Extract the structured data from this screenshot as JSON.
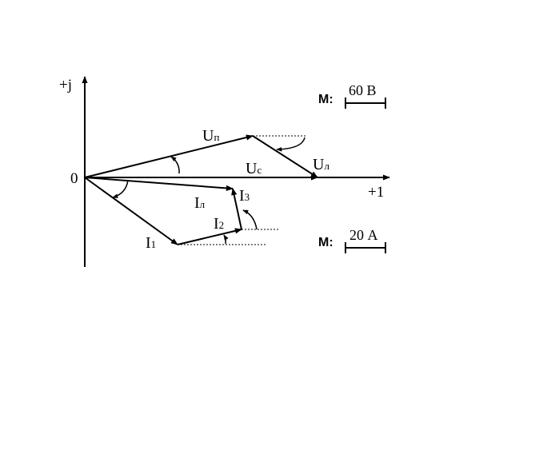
{
  "axes": {
    "imag_label": "+j",
    "real_label": "+1",
    "origin_label": "0"
  },
  "vectors": {
    "u_p": {
      "main": "U",
      "sub": "п"
    },
    "u_c": {
      "main": "U",
      "sub": "с"
    },
    "u_l": {
      "main": "U",
      "sub": "л"
    },
    "i_l": {
      "main": "I",
      "sub": "л"
    },
    "i_1": {
      "main": "I",
      "sub": "1"
    },
    "i_2": {
      "main": "I",
      "sub": "2"
    },
    "i_3": {
      "main": "I",
      "sub": "3"
    }
  },
  "scales": {
    "voltage": {
      "prefix": "M:",
      "value": "60 В"
    },
    "current": {
      "prefix": "M:",
      "value": "20 А"
    }
  }
}
